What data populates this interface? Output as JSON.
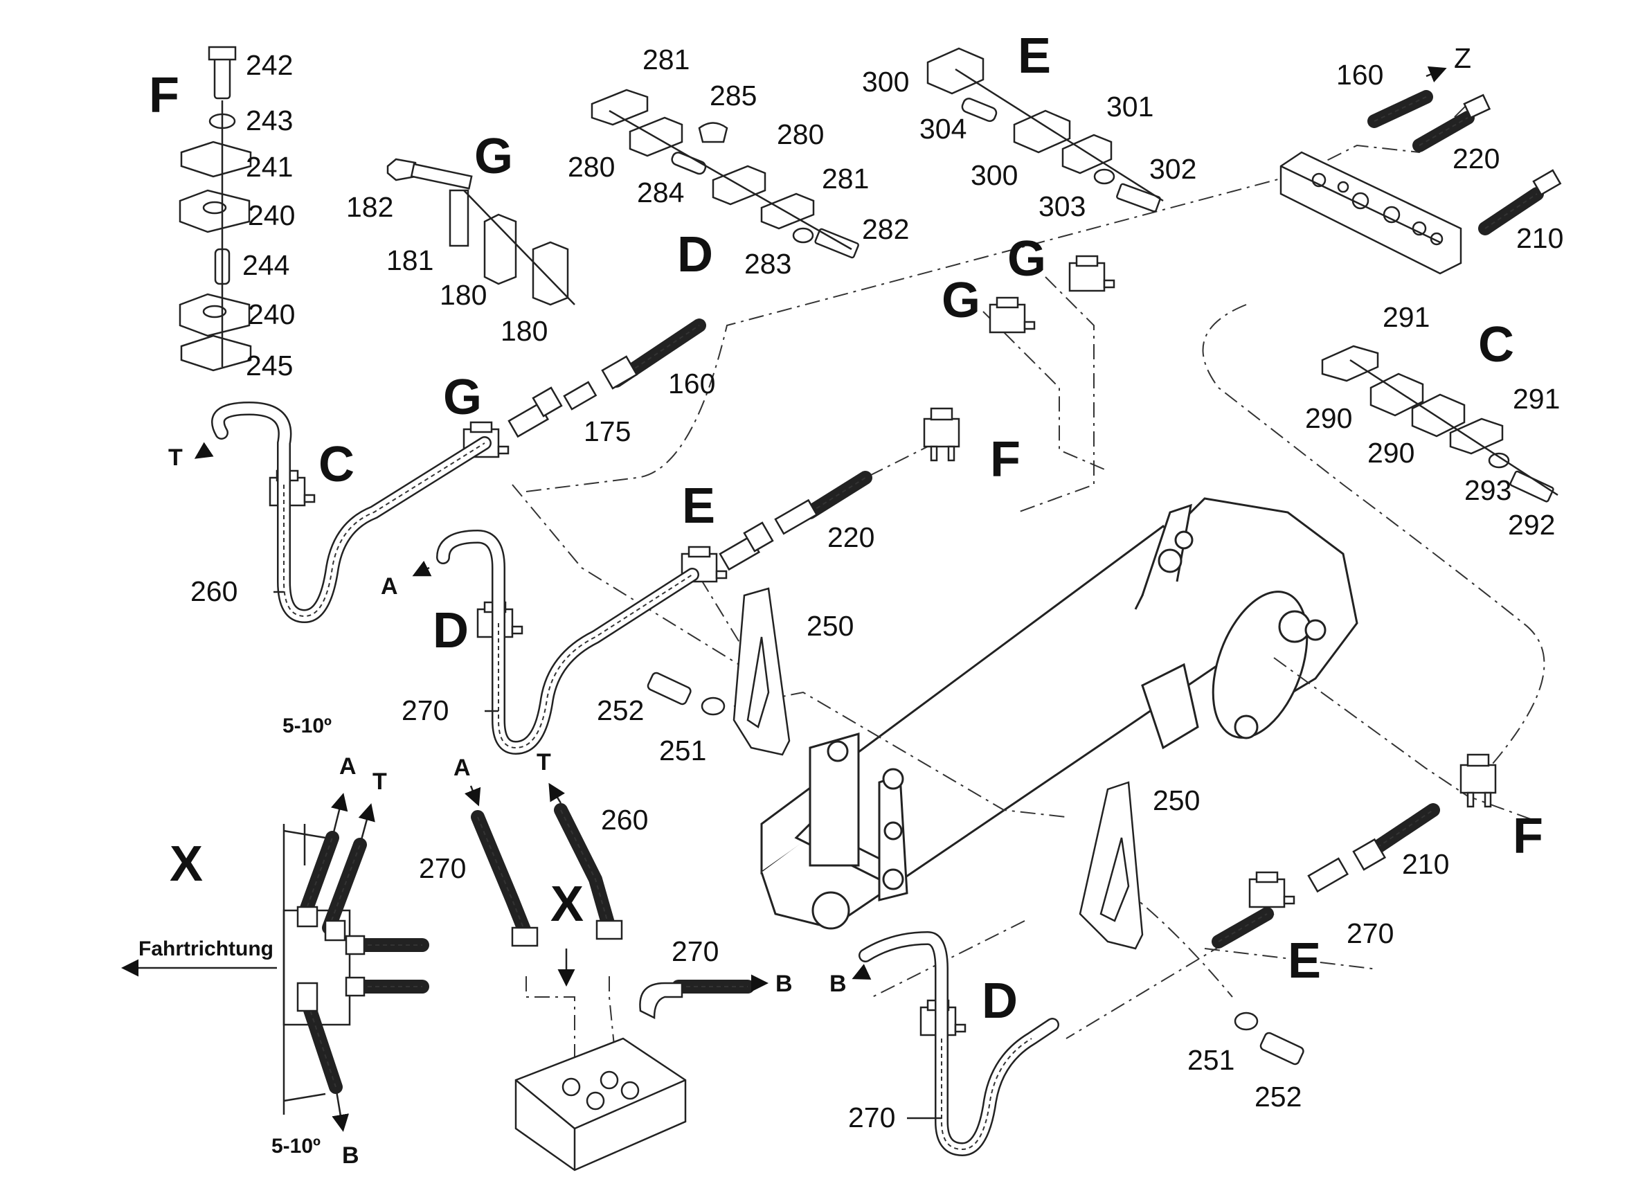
{
  "groups": {
    "F": "F",
    "G": "G",
    "D": "D",
    "E": "E",
    "C": "C",
    "X": "X"
  },
  "partnumbers": {
    "p242": "242",
    "p243": "243",
    "p241": "241",
    "p240a": "240",
    "p244": "244",
    "p240b": "240",
    "p245": "245",
    "p182": "182",
    "p181": "181",
    "p180a": "180",
    "p180b": "180",
    "p281a": "281",
    "p285": "285",
    "p280a": "280",
    "p280b": "280",
    "p284": "284",
    "p281b": "281",
    "p282": "282",
    "p283": "283",
    "p300a": "300",
    "p304": "304",
    "p300b": "300",
    "p301": "301",
    "p302": "302",
    "p303": "303",
    "p160a": "160",
    "p220a": "220",
    "p210a": "210",
    "pZ": "Z",
    "p291a": "291",
    "p290a": "290",
    "p290b": "290",
    "p291b": "291",
    "p293": "293",
    "p292": "292",
    "p160b": "160",
    "p175": "175",
    "p220b": "220",
    "p260a": "260",
    "p250a": "250",
    "p270a": "270",
    "p252a": "252",
    "p251a": "251",
    "p250b": "250",
    "p210b": "210",
    "p270b": "270",
    "p251b": "251",
    "p252b": "252",
    "p270c": "270",
    "p270d": "270",
    "p260b": "260",
    "p270e": "270",
    "pT1": "T",
    "pA1": "A",
    "pA2": "A",
    "pT2": "T",
    "pB1": "B",
    "pB2": "B"
  },
  "detail_x": {
    "angle_top": "5-10º",
    "angle_bottom": "5-10º",
    "port_a": "A",
    "port_t": "T",
    "port_b": "B",
    "direction": "Fahrtrichtung"
  },
  "group_labels": {
    "gF": "F",
    "gG1": "G",
    "gG2": "G",
    "gG3": "G",
    "gE1": "E",
    "gE2": "E",
    "gC1": "C",
    "gC2": "C",
    "gD1": "D",
    "gD2": "D",
    "gD3": "D",
    "gF2": "F",
    "gF3": "F",
    "gX": "X"
  }
}
